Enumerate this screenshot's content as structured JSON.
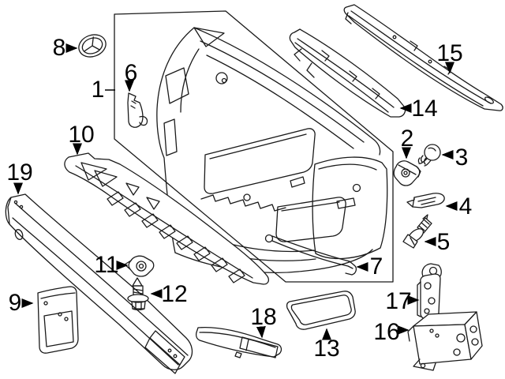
{
  "figure": {
    "background_color": "#ffffff",
    "line_color": "#1a1a1a",
    "label_color": "#000000"
  },
  "labels": {
    "n1": "1",
    "n2": "2",
    "n3": "3",
    "n4": "4",
    "n5": "5",
    "n6": "6",
    "n7": "7",
    "n8": "8",
    "n9": "9",
    "n10": "10",
    "n11": "11",
    "n12": "12",
    "n13": "13",
    "n14": "14",
    "n15": "15",
    "n16": "16",
    "n17": "17",
    "n18": "18",
    "n19": "19"
  }
}
